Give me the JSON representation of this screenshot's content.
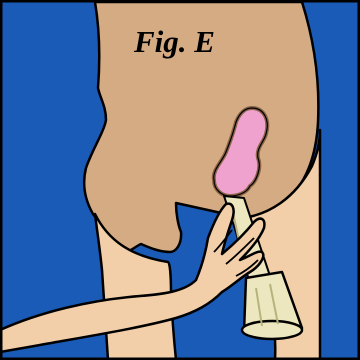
{
  "figure": {
    "label": "Fig. E"
  },
  "colors": {
    "background": "#1a5bb8",
    "skin_dark": "#d5ab83",
    "skin_light": "#f2cfa9",
    "organ_fill": "#f0a2cf",
    "organ_outline": "#8a6347",
    "device_fill": "#ece7be",
    "outline": "#000000",
    "border": "#000000"
  },
  "icons": {
    "body": "lower-torso-side-view",
    "organ": "rectum-cross-section",
    "hand": "hand-inserting-device",
    "device": "sheath-device"
  }
}
